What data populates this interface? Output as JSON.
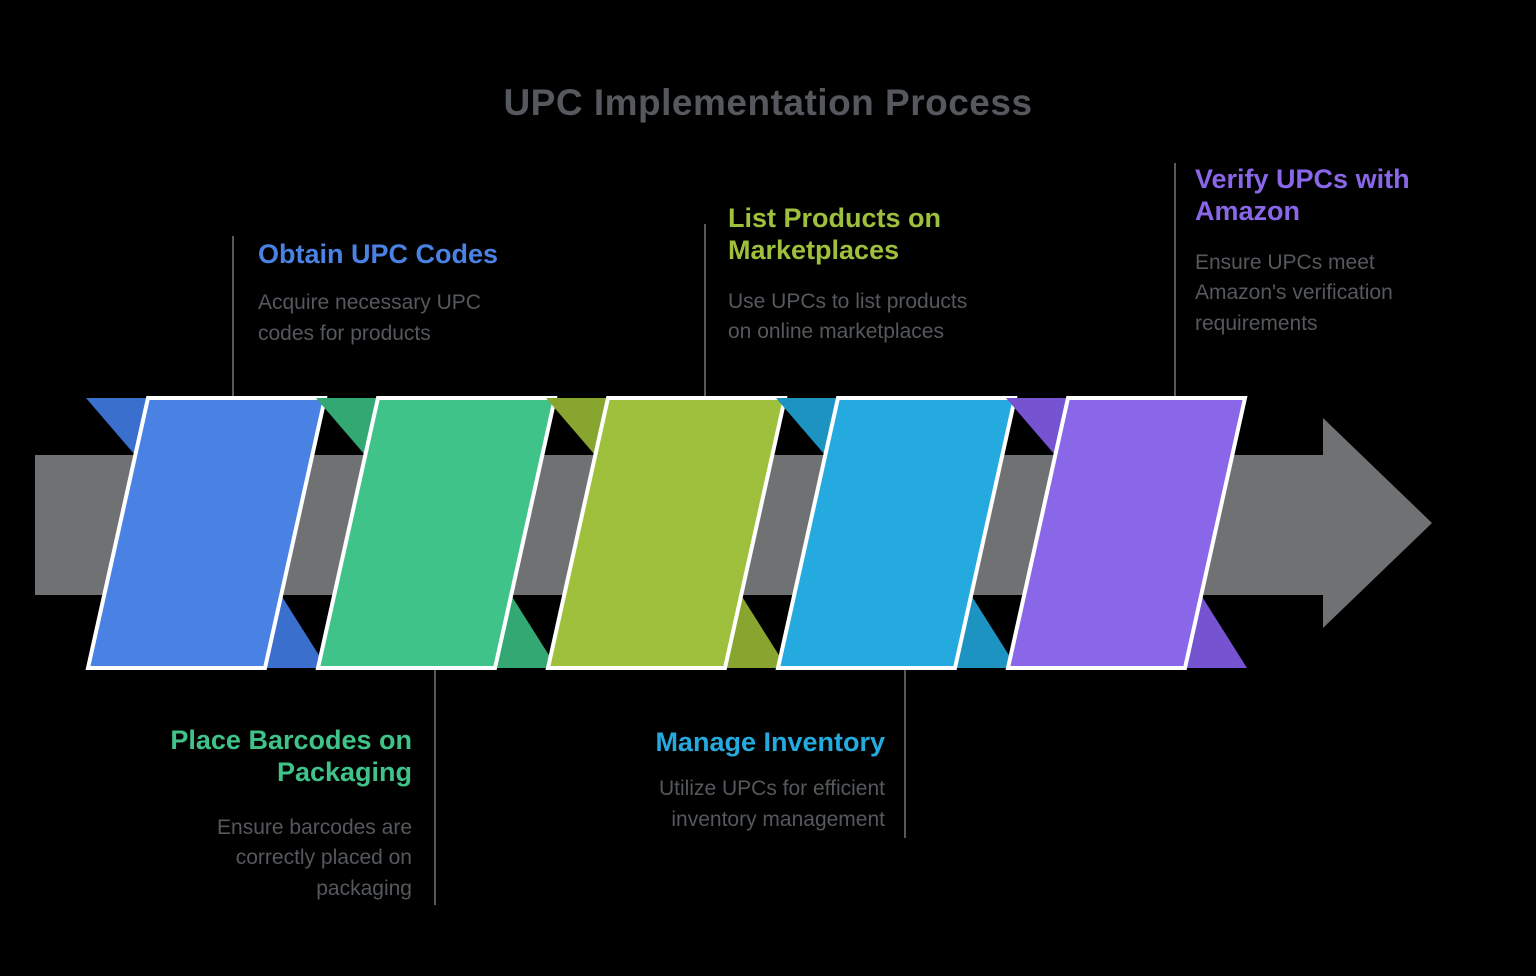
{
  "title": "UPC Implementation Process",
  "colors": {
    "background": "#000000",
    "title": "#55585c",
    "description": "#55585c",
    "arrow": "#6f7173",
    "connector": "#55585c",
    "shape_outline": "#ffffff"
  },
  "steps": [
    {
      "heading": "Obtain UPC Codes",
      "description": "Acquire necessary UPC codes for products",
      "color": "#4a82e4",
      "fold_color": "#3a6fce",
      "label_position": "top"
    },
    {
      "heading": "Place Barcodes on Packaging",
      "description": "Ensure barcodes are correctly placed on packaging",
      "color": "#3fc389",
      "fold_color": "#33a873",
      "label_position": "bottom"
    },
    {
      "heading": "List Products on Marketplaces",
      "description": "Use UPCs to list products on online marketplaces",
      "color": "#9fc03c",
      "fold_color": "#88a62f",
      "label_position": "top"
    },
    {
      "heading": "Manage Inventory",
      "description": "Utilize UPCs for efficient inventory management",
      "color": "#25aadf",
      "fold_color": "#1d93c2",
      "label_position": "bottom"
    },
    {
      "heading": "Verify UPCs with Amazon",
      "description": "Ensure UPCs meet Amazon's verification requirements",
      "color": "#8a66e8",
      "fold_color": "#7553d1",
      "label_position": "top"
    }
  ]
}
